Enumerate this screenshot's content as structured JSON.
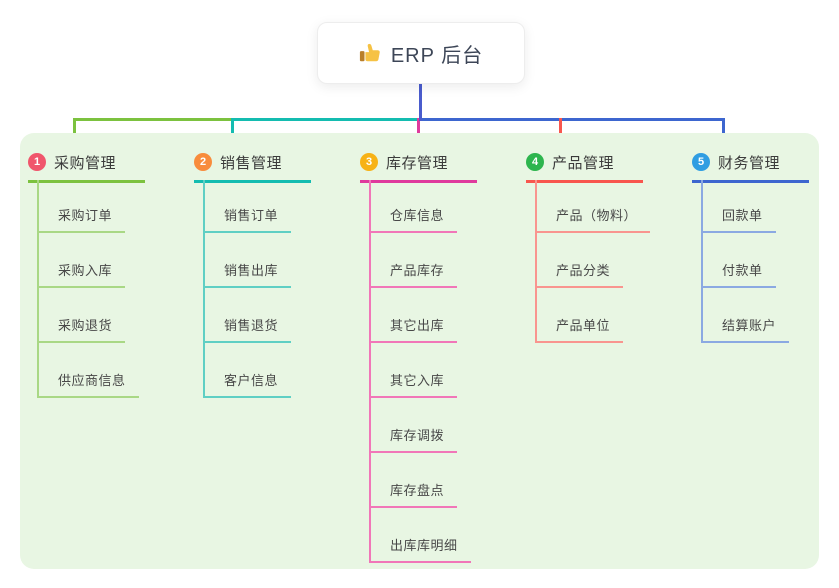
{
  "root": {
    "title": "ERP 后台",
    "icon": "thumbs-up-icon"
  },
  "colors": {
    "panel_background": "#e8f6e3",
    "root_trunk_line": "#4a5ccd",
    "root_text": "#3d4657",
    "branch_label_text": "#3b3b3b",
    "child_label_text": "#484848"
  },
  "branches": [
    {
      "index": "1",
      "label": "采购管理",
      "badge_color": "#f0566c",
      "line_color": "#7cc23f",
      "child_line_color": "#a9d885",
      "children": [
        "采购订单",
        "采购入库",
        "采购退货",
        "供应商信息"
      ]
    },
    {
      "index": "2",
      "label": "销售管理",
      "badge_color": "#f88c3c",
      "line_color": "#14bcb0",
      "child_line_color": "#5fcfc4",
      "children": [
        "销售订单",
        "销售出库",
        "销售退货",
        "客户信息"
      ]
    },
    {
      "index": "3",
      "label": "库存管理",
      "badge_color": "#f7b216",
      "line_color": "#df3a9d",
      "child_line_color": "#f176b8",
      "children": [
        "仓库信息",
        "产品库存",
        "其它出库",
        "其它入库",
        "库存调拨",
        "库存盘点",
        "出库库明细"
      ]
    },
    {
      "index": "4",
      "label": "产品管理",
      "badge_color": "#2db54e",
      "line_color": "#f8564e",
      "child_line_color": "#f9958f",
      "children": [
        "产品（物料）",
        "产品分类",
        "产品单位"
      ]
    },
    {
      "index": "5",
      "label": "财务管理",
      "badge_color": "#2f9de2",
      "line_color": "#3d66cf",
      "child_line_color": "#8ba9e2",
      "children": [
        "回款单",
        "付款单",
        "结算账户"
      ]
    }
  ]
}
